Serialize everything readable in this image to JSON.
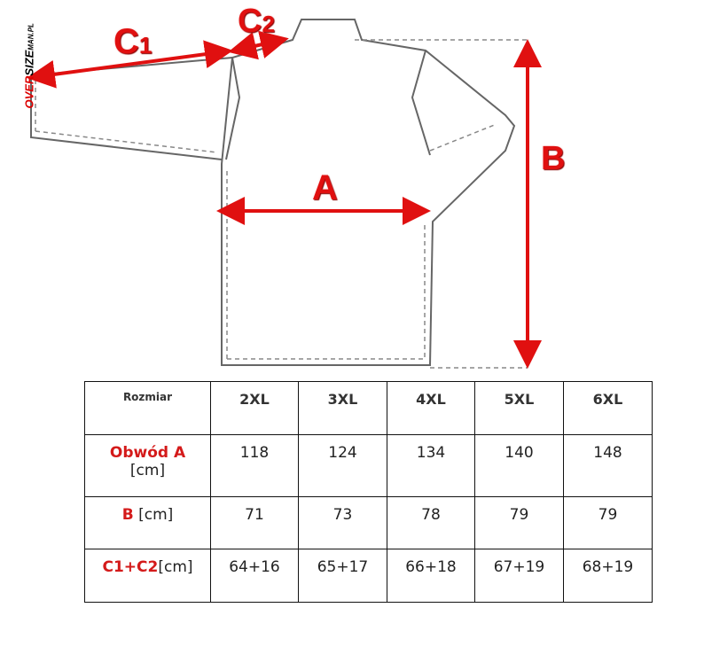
{
  "logo": {
    "part1": "OVER",
    "part2": "SIZE",
    "part3": "MAN.PL"
  },
  "labels": {
    "a": "A",
    "b": "B",
    "c1": "C",
    "c1_sub": "1",
    "c2": "C",
    "c2_sub": "2"
  },
  "table": {
    "corner": "Rozmiar",
    "sizes": [
      "2XL",
      "3XL",
      "4XL",
      "5XL",
      "6XL"
    ],
    "rows": [
      {
        "label": "Obwód A",
        "unit": "[cm]",
        "values": [
          "118",
          "124",
          "134",
          "140",
          "148"
        ]
      },
      {
        "label": "B",
        "unit": " [cm]",
        "values": [
          "71",
          "73",
          "78",
          "79",
          "79"
        ]
      },
      {
        "label": "C1+C2",
        "unit": "[cm]",
        "values": [
          "64+16",
          "65+17",
          "66+18",
          "67+19",
          "68+19"
        ]
      }
    ]
  }
}
